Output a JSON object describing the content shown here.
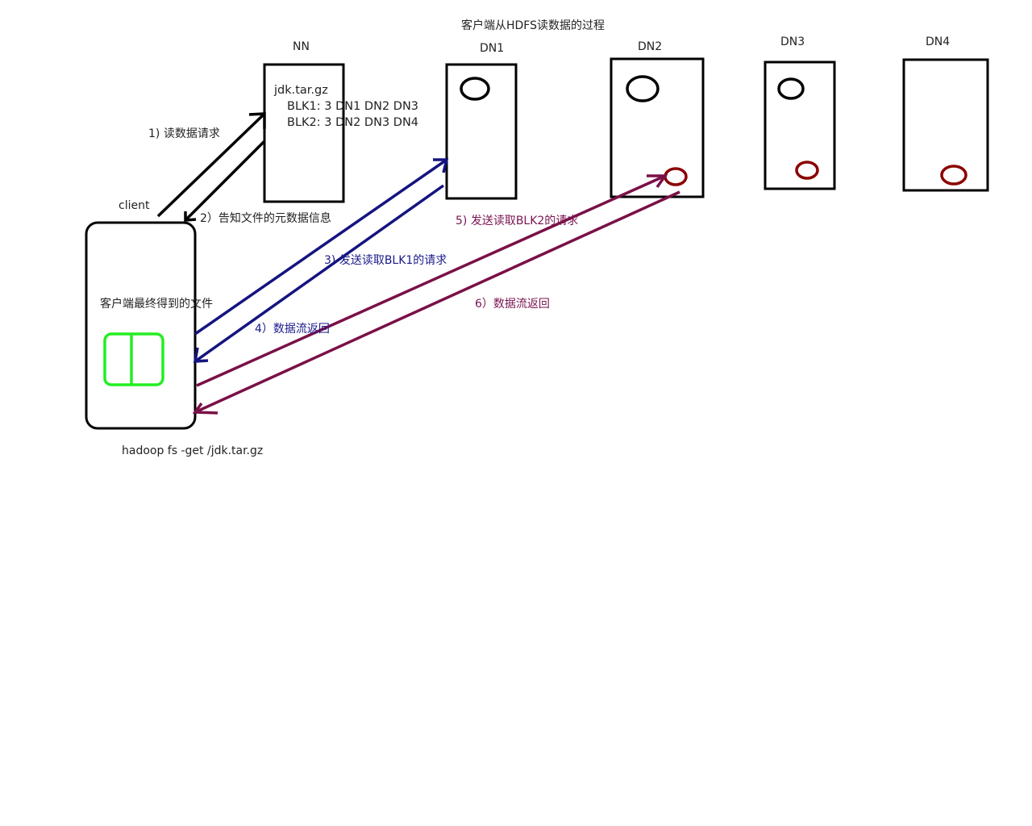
{
  "title": "客户端从HDFS读数据的过程",
  "nodes": {
    "nn": "NN",
    "dn1": "DN1",
    "dn2": "DN2",
    "dn3": "DN3",
    "dn4": "DN4",
    "client": "client"
  },
  "metadata": {
    "file": "jdk.tar.gz",
    "blk1": "BLK1: 3  DN1 DN2  DN3",
    "blk2": "BLK2: 3  DN2  DN3  DN4"
  },
  "steps": {
    "s1": "1) 读数据请求",
    "s2": "2）告知文件的元数据信息",
    "s3": "3) 发送读取BLK1的请求",
    "s4": "4）数据流返回",
    "s5": "5) 发送读取BLK2的请求",
    "s6": "6）数据流返回"
  },
  "client_file_label": "客户端最终得到的文件",
  "command": "hadoop fs -get /jdk.tar.gz",
  "colors": {
    "black": "#000000",
    "blue_flow": "#141480",
    "maroon_flow": "#7a1048",
    "block_dark_red": "#8b0000",
    "file_green": "#22ee22"
  }
}
